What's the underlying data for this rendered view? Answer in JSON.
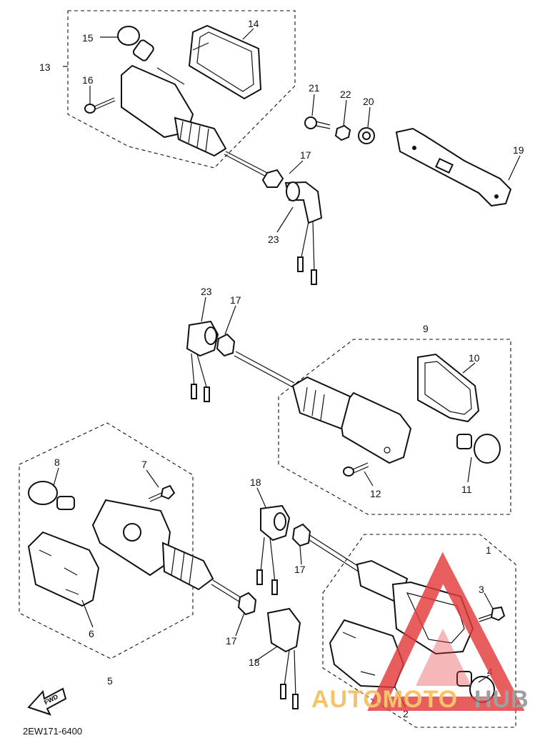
{
  "labels": {
    "n1": "1",
    "n2": "2",
    "n3": "3",
    "n4": "4",
    "n5": "5",
    "n6": "6",
    "n7": "7",
    "n8": "8",
    "n9": "9",
    "n10": "10",
    "n11": "11",
    "n12": "12",
    "n13": "13",
    "n14": "14",
    "n15": "15",
    "n16": "16",
    "n17a": "17",
    "n17b": "17",
    "n17c": "17",
    "n17d": "17",
    "n18a": "18",
    "n18b": "18",
    "n19": "19",
    "n20": "20",
    "n21": "21",
    "n22": "22",
    "n23a": "23",
    "n23b": "23"
  },
  "fwd_label": "FWD",
  "diagram_code": "2EW171-6400",
  "watermark": {
    "text_left": "AUTOMOTO",
    "text_right": "HUB",
    "color_left": "#f2b84b",
    "color_right": "#8a8a8a",
    "triangle_color": "#e33b3b"
  }
}
